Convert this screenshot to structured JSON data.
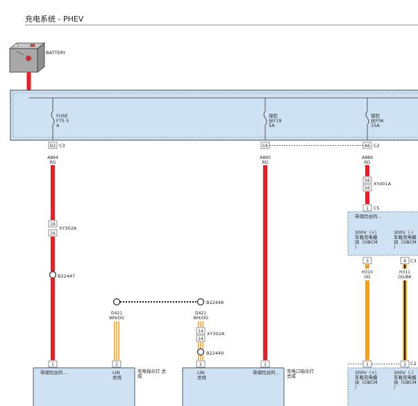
{
  "title": "充电系统 - PHEV",
  "battery": {
    "label": "BATTERY"
  },
  "fuses": {
    "f1": {
      "l1": "FUSE",
      "l2": "F75 5",
      "l3": "A"
    },
    "f2": {
      "l1": "保险",
      "l2": "丝F19",
      "l3": "5A"
    },
    "f3": {
      "l1": "保险",
      "l2": "丝F06",
      "l3": "15A"
    }
  },
  "connectors": {
    "c3": {
      "pin": "D2",
      "name": "C3"
    },
    "c6": {
      "pin": "C6"
    },
    "c2top": {
      "pin": "A6",
      "name": "C2"
    },
    "xy401a": {
      "pin_a": "56",
      "pin_b": "56",
      "name": "XY401A"
    },
    "xy302a_left": {
      "pin_a": "16",
      "pin_b": "16",
      "name": "XY302A"
    },
    "xy302a_mid": {
      "pin_a": "14",
      "pin_b": "14",
      "name": "XY302A"
    },
    "c5": {
      "pin": "1",
      "name": "C5"
    },
    "obcm_pin3": "3",
    "obcm_pin4": "4",
    "obcm_pin4_name": "C3",
    "obcm_bottom_pin1": "1",
    "obcm_bottom_pin2": "2",
    "obcm_bottom_name": "C2"
  },
  "wires": {
    "a894": {
      "circuit": "A894",
      "color": "RD"
    },
    "a890": {
      "circuit": "A890",
      "color": "RD"
    },
    "a889": {
      "circuit": "A889",
      "color": "RD"
    },
    "h310": {
      "circuit": "H310",
      "color": "OG"
    },
    "h311": {
      "circuit": "H311",
      "color": "OG/BK"
    },
    "d421_left": {
      "circuit": "D421",
      "color": "WH/OG"
    },
    "d421_mid": {
      "circuit": "D421",
      "color": "WH/OG"
    }
  },
  "splices": {
    "b22447": "B22447",
    "b22448": "B22448",
    "b22449": "B22449"
  },
  "modules": {
    "left": {
      "pin1": "1",
      "pin2": "2",
      "label1": "带保险丝的...",
      "label2_l1": "LIN",
      "label2_l2": "总线",
      "side_l1": "充电指示灯 总",
      "side_l2": "成"
    },
    "mid": {
      "pin2": "2",
      "pin1": "1",
      "label2_l1": "LIN",
      "label2_l2": "总线",
      "label1": "带保险丝的...",
      "side_l1": "充电口指示灯",
      "side_l2": "总成"
    },
    "obcm_top": {
      "label": "带保险丝的...",
      "col1": [
        "300V（+）",
        "车载充电模",
        "块（OBCM",
        "）"
      ],
      "col2": [
        "300V（-）",
        "车载充电模",
        "块（OBCM",
        "）"
      ]
    },
    "obcm_bottom": {
      "col1": [
        "300V（+）",
        "车载充电模",
        "块（OBCM",
        "）"
      ],
      "col2": [
        "300V（-）",
        "车载充电模",
        "块（OBCM",
        "）"
      ]
    }
  },
  "colors": {
    "red_wire": "#ee1c24",
    "orange_wire": "#f5a01a",
    "orange_black_wire": "#1a1a1a",
    "module_fill": "#cfe2f3",
    "module_stroke": "#5a6f86"
  }
}
